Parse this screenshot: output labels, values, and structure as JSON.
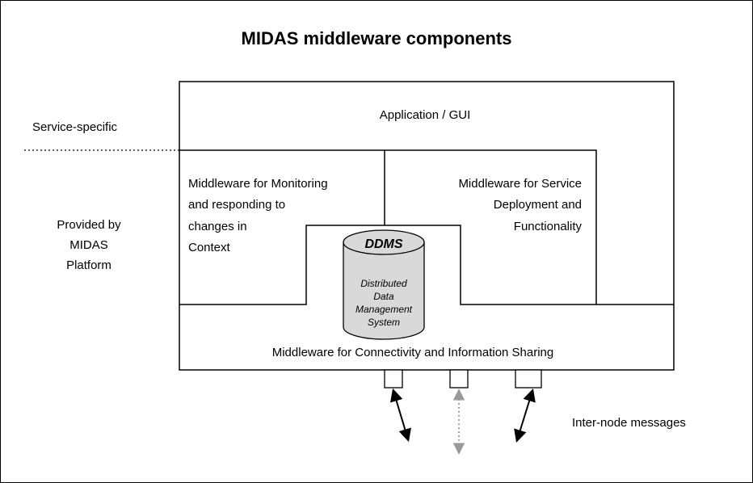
{
  "title": "MIDAS middleware components",
  "side_labels": {
    "service_specific": "Service-specific",
    "provided_by": [
      "Provided by",
      "MIDAS",
      "Platform"
    ]
  },
  "boxes": {
    "application_gui": "Application / GUI",
    "monitoring": [
      "Middleware for Monitoring",
      "and responding to",
      "changes in",
      "Context"
    ],
    "service_deployment": [
      "Middleware for Service",
      "Deployment and",
      "Functionality"
    ],
    "connectivity": "Middleware for Connectivity and Information Sharing"
  },
  "ddms": {
    "title": "DDMS",
    "subtitle": [
      "Distributed",
      "Data",
      "Management",
      "System"
    ]
  },
  "inter_node_label": "Inter-node messages",
  "colors": {
    "cylinder_fill": "#d9d9d9",
    "dotted_arrow": "#9a9a9a",
    "line": "#000000"
  }
}
